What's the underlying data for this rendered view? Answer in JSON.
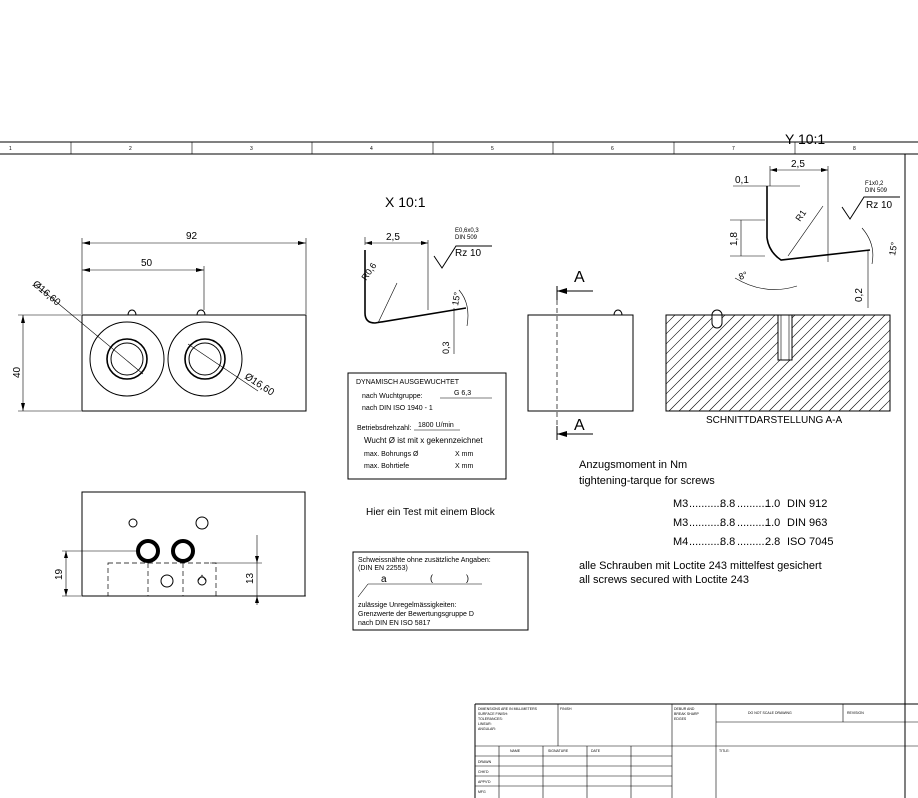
{
  "border": {
    "zones": [
      "1",
      "2",
      "3",
      "4",
      "5",
      "6",
      "7",
      "8"
    ]
  },
  "views": {
    "detail_x": "X 10:1",
    "detail_y": "Y 10:1",
    "section": "SCHNITTDARSTELLUNG A-A",
    "section_marker": "A"
  },
  "dimensions": {
    "width_92": "92",
    "width_50": "50",
    "height_40": "40",
    "diameter_1": "Ø16,60",
    "diameter_2": "Ø16,60",
    "height_19": "19",
    "height_13": "13",
    "x_2_5": "2,5",
    "x_r06": "R0,6",
    "x_15deg": "15°",
    "x_0_3": "0,3",
    "x_undercut": "E0,6x0,3",
    "x_din": "DIN 509",
    "x_rz": "Rz 10",
    "y_2_5": "2,5",
    "y_0_1": "0,1",
    "y_r1": "R1",
    "y_1_8": "1,8",
    "y_8deg": "8°",
    "y_15deg": "15°",
    "y_0_2": "0,2",
    "y_undercut": "F1x0,2",
    "y_din": "DIN 509",
    "y_rz": "Rz 10"
  },
  "balance_box": {
    "title": "DYNAMISCH AUSGEWUCHTET",
    "line1_label": "nach Wuchtgruppe:",
    "line1_value": "G 6,3",
    "line2": "nach DIN ISO 1940 - 1",
    "speed_label": "Betriebsdrehzahl:",
    "speed_value": "1800 U/min",
    "line4": "Wucht Ø ist mit x gekennzeichnet",
    "line5_label": "max. Bohrungs Ø",
    "line5_value": "X mm",
    "line6_label": "max. Bohrtiefe",
    "line6_value": "X mm"
  },
  "test_text": "Hier ein Test mit einem Block",
  "weld_box": {
    "title": "Schweissnähte ohne zusätzliche Angaben:",
    "norm": "(DIN EN 22553)",
    "symbol_a": "a",
    "line1": "zulässige Unregelmässigkeiten:",
    "line2": "Grenzwerte der Bewertungsgruppe D",
    "line3": "nach DIN EN ISO 5817"
  },
  "torque": {
    "title_de": "Anzugsmoment in Nm",
    "title_en": "tightening-tarque for screws",
    "rows": [
      {
        "size": "M3",
        "dots1": "...........",
        "grade": "8.8",
        "dots2": "..........",
        "value": "1.0",
        "norm": "DIN 912"
      },
      {
        "size": "M3",
        "dots1": "...........",
        "grade": "8.8",
        "dots2": "..........",
        "value": "1.0",
        "norm": "DIN 963"
      },
      {
        "size": "M4",
        "dots1": "...........",
        "grade": "8.8",
        "dots2": "..........",
        "value": "2.8",
        "norm": "ISO 7045"
      }
    ],
    "note_de": "alle Schrauben mit Loctite 243 mittelfest gesichert",
    "note_en": "all screws secured with Loctite 243"
  },
  "title_block": {
    "notes": [
      "DIMENSIONS ARE IN MILLIMETERS",
      "SURFACE FINISH:",
      "TOLERANCES:",
      "LINEAR:",
      "ANGULAR:"
    ],
    "finish": "FINISH",
    "deburr": [
      "DEBUR AND",
      "BREAK SHARP",
      "EDGES"
    ],
    "do_not_scale": "DO NOT SCALE DRAWING",
    "revision": "REVISION",
    "headers": [
      "NAME",
      "SIGNATURE",
      "DATE"
    ],
    "title_label": "TITLE:",
    "rows": [
      "DRAWN",
      "CHK'D",
      "APPV'D",
      "MFG"
    ]
  }
}
